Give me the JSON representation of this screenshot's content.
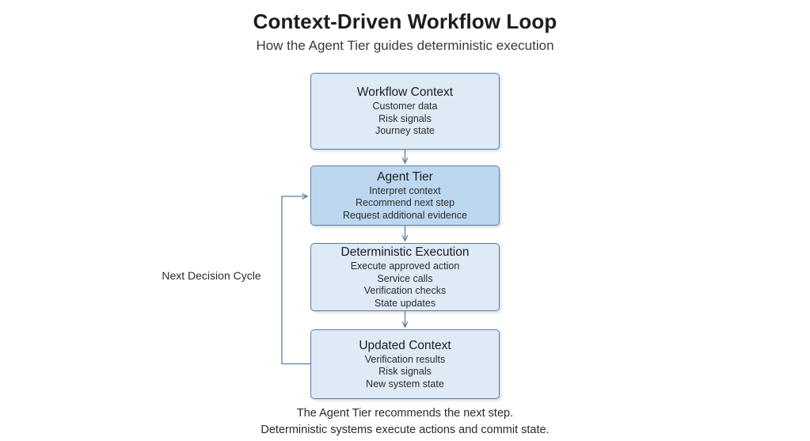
{
  "header": {
    "title": "Context-Driven Workflow Loop",
    "subtitle": "How the Agent Tier guides deterministic execution"
  },
  "diagram": {
    "type": "flowchart",
    "orientation": "vertical-loop",
    "loop_label": "Next Decision Cycle",
    "colors": {
      "node_fill": "#dfeaf7",
      "node_fill_accent": "#bdd7f0",
      "node_border": "#5b7ea3",
      "connector": "#5b7ea3",
      "background": "#ffffff",
      "text": "#2b2b2b"
    },
    "nodes": [
      {
        "id": "workflow-context",
        "title": "Workflow Context",
        "lines": [
          "Customer data",
          "Risk signals",
          "Journey state"
        ],
        "highlighted": false
      },
      {
        "id": "agent-tier",
        "title": "Agent Tier",
        "lines": [
          "Interpret context",
          "Recommend next step",
          "Request additional evidence"
        ],
        "highlighted": true
      },
      {
        "id": "deterministic-execution",
        "title": "Deterministic Execution",
        "lines": [
          "Execute approved action",
          "Service calls",
          "Verification checks",
          "State updates"
        ],
        "highlighted": false
      },
      {
        "id": "updated-context",
        "title": "Updated Context",
        "lines": [
          "Verification results",
          "Risk signals",
          "New system state"
        ],
        "highlighted": false
      }
    ],
    "edges": [
      {
        "from": "workflow-context",
        "to": "agent-tier",
        "label": ""
      },
      {
        "from": "agent-tier",
        "to": "deterministic-execution",
        "label": ""
      },
      {
        "from": "deterministic-execution",
        "to": "updated-context",
        "label": ""
      },
      {
        "from": "updated-context",
        "to": "agent-tier",
        "label": "Next Decision Cycle"
      }
    ]
  },
  "footer": {
    "line1": "The Agent Tier recommends the next step.",
    "line2": "Deterministic systems execute actions and commit state."
  }
}
